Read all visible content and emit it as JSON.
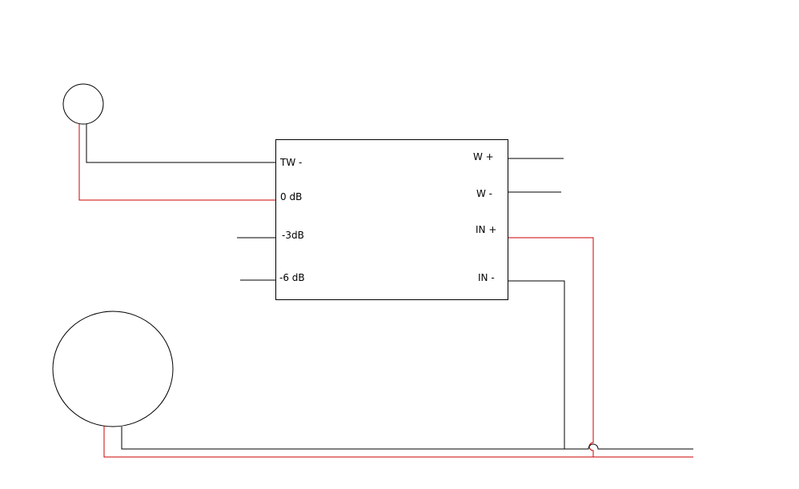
{
  "diagram": {
    "box_labels": {
      "tw_minus": "TW -",
      "zero_db": "0 dB",
      "minus_3db": "-3dB",
      "minus_6db": "-6 dB",
      "w_plus": "W +",
      "w_minus": "W -",
      "in_plus": "IN +",
      "in_minus": "IN -"
    },
    "colors": {
      "black_wire": "#000000",
      "red_wire": "#cc0000",
      "outline": "#000000",
      "background": "#ffffff"
    }
  }
}
